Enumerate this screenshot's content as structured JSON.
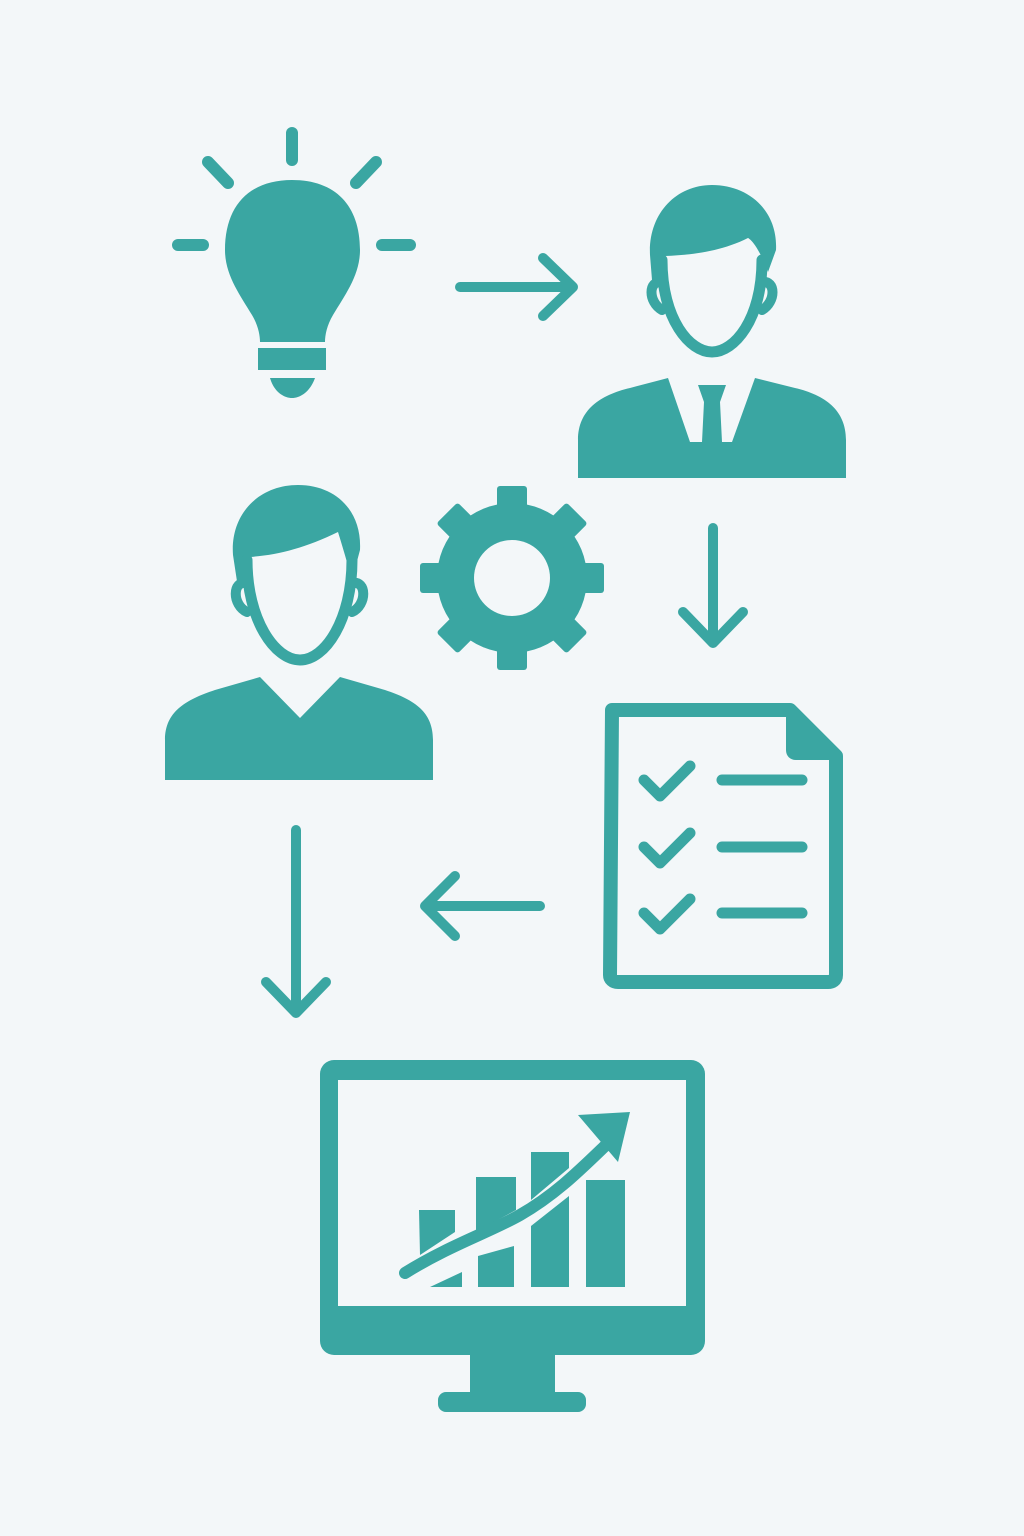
{
  "theme": {
    "icon_color": "#3aa6a2",
    "background": "#f3f7f9"
  },
  "diagram": {
    "type": "process-flow",
    "steps": [
      {
        "icon": "lightbulb-icon",
        "meaning": "idea"
      },
      {
        "icon": "businessman-icon",
        "meaning": "manager"
      },
      {
        "icon": "checklist-document-icon",
        "meaning": "plan"
      },
      {
        "icon": "employee-icon",
        "meaning": "team member"
      },
      {
        "icon": "gear-icon",
        "meaning": "execution"
      },
      {
        "icon": "monitor-growth-chart-icon",
        "meaning": "results"
      }
    ],
    "connectors": [
      {
        "from": "lightbulb-icon",
        "to": "businessman-icon",
        "direction": "right"
      },
      {
        "from": "businessman-icon",
        "to": "checklist-document-icon",
        "direction": "down"
      },
      {
        "from": "checklist-document-icon",
        "to": "employee-icon",
        "direction": "left"
      },
      {
        "from": "employee-icon",
        "to": "monitor-growth-chart-icon",
        "direction": "down"
      }
    ]
  }
}
